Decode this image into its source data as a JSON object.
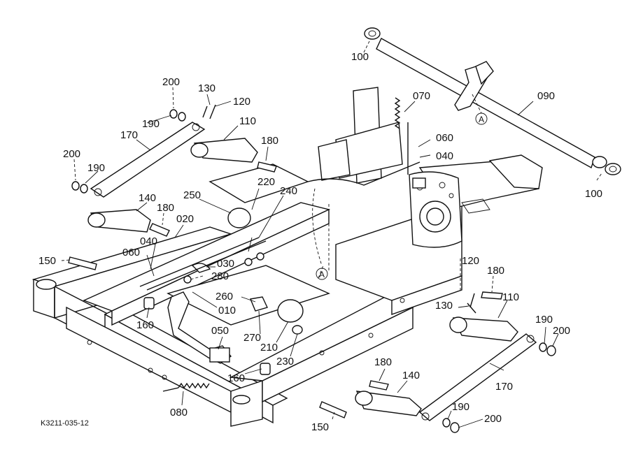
{
  "figure_id": "K3211-035-12",
  "section_marker": "A",
  "callouts": [
    {
      "id": "c100a",
      "text": "100"
    },
    {
      "id": "c090",
      "text": "090"
    },
    {
      "id": "c100b",
      "text": "100"
    },
    {
      "id": "c200a",
      "text": "200"
    },
    {
      "id": "c130a",
      "text": "130"
    },
    {
      "id": "c120a",
      "text": "120"
    },
    {
      "id": "c190a",
      "text": "190"
    },
    {
      "id": "c110a",
      "text": "110"
    },
    {
      "id": "c170a",
      "text": "170"
    },
    {
      "id": "c180a",
      "text": "180"
    },
    {
      "id": "c200b",
      "text": "200"
    },
    {
      "id": "c190b",
      "text": "190"
    },
    {
      "id": "c070",
      "text": "070"
    },
    {
      "id": "c060a",
      "text": "060"
    },
    {
      "id": "c040a",
      "text": "040"
    },
    {
      "id": "c220",
      "text": "220"
    },
    {
      "id": "c240",
      "text": "240"
    },
    {
      "id": "c250",
      "text": "250"
    },
    {
      "id": "c140a",
      "text": "140"
    },
    {
      "id": "c180b",
      "text": "180"
    },
    {
      "id": "c020",
      "text": "020"
    },
    {
      "id": "c040b",
      "text": "040"
    },
    {
      "id": "c150a",
      "text": "150"
    },
    {
      "id": "c060b",
      "text": "060"
    },
    {
      "id": "c030",
      "text": "030"
    },
    {
      "id": "c280",
      "text": "280"
    },
    {
      "id": "c010",
      "text": "010"
    },
    {
      "id": "c260",
      "text": "260"
    },
    {
      "id": "c160a",
      "text": "160"
    },
    {
      "id": "c270",
      "text": "270"
    },
    {
      "id": "c210",
      "text": "210"
    },
    {
      "id": "c230",
      "text": "230"
    },
    {
      "id": "c050",
      "text": "050"
    },
    {
      "id": "c160b",
      "text": "160"
    },
    {
      "id": "c080",
      "text": "080"
    },
    {
      "id": "c120b",
      "text": "120"
    },
    {
      "id": "c180c",
      "text": "180"
    },
    {
      "id": "c130b",
      "text": "130"
    },
    {
      "id": "c110b",
      "text": "110"
    },
    {
      "id": "c190c",
      "text": "190"
    },
    {
      "id": "c200c",
      "text": "200"
    },
    {
      "id": "c170b",
      "text": "170"
    },
    {
      "id": "c180d",
      "text": "180"
    },
    {
      "id": "c140b",
      "text": "140"
    },
    {
      "id": "c150b",
      "text": "150"
    },
    {
      "id": "c190d",
      "text": "190"
    },
    {
      "id": "c200d",
      "text": "200"
    }
  ]
}
